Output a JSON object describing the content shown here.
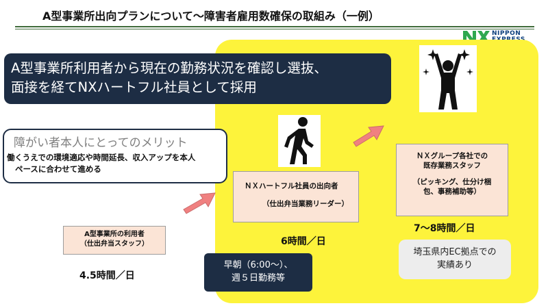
{
  "header": {
    "title": "A型事業所出向プランについて～障害者雇用数確保の取組み（一例）"
  },
  "logo": {
    "mark": "NX",
    "line1": "NIPPON",
    "line2": "EXPRESS",
    "brand_color": "#0b3e7c",
    "mark_color": "#2fa84f"
  },
  "banner": {
    "line1": "A型事業所利用者から現在の勤務状況を確認し選抜、",
    "line2": "面接を経てNXハートフル社員として採用"
  },
  "merit": {
    "title": "障がい者本人にとってのメリット",
    "body_line1": "働くうえでの環境適応や時間延長、収入アップを本人",
    "body_line2": "ペースに合わせて進める"
  },
  "steps": [
    {
      "label_line1": "A型事業所の利用者",
      "label_line2": "（仕出弁当スタッフ）",
      "hours": "4.5時間／日"
    },
    {
      "label_line1": "ＮＸハートフル社員の出向者",
      "label_line2": "（仕出弁当業務リーダー）",
      "hours": "6時間／日",
      "figure": "walking-person-icon"
    },
    {
      "label_line1": "ＮＸグループ各社での",
      "label_line2": "既存業務スタッフ",
      "label_line3": "（ピッキング、仕分け梱",
      "label_line4": "包、事務補助等）",
      "hours": "7～8時間／日",
      "figure": "cheering-person-icon"
    }
  ],
  "schedule": {
    "line1": "早朝（6:00～）、",
    "line2": "週５日勤務等"
  },
  "note": {
    "line1": "埼玉県内EC拠点での",
    "line2": "実績あり"
  },
  "colors": {
    "highlight_yellow": "#fdf33b",
    "navy": "#1d2d44",
    "peach_box": "#fbe4d6",
    "arrow": "#f08080",
    "rule_green": "#3f6b3a"
  }
}
